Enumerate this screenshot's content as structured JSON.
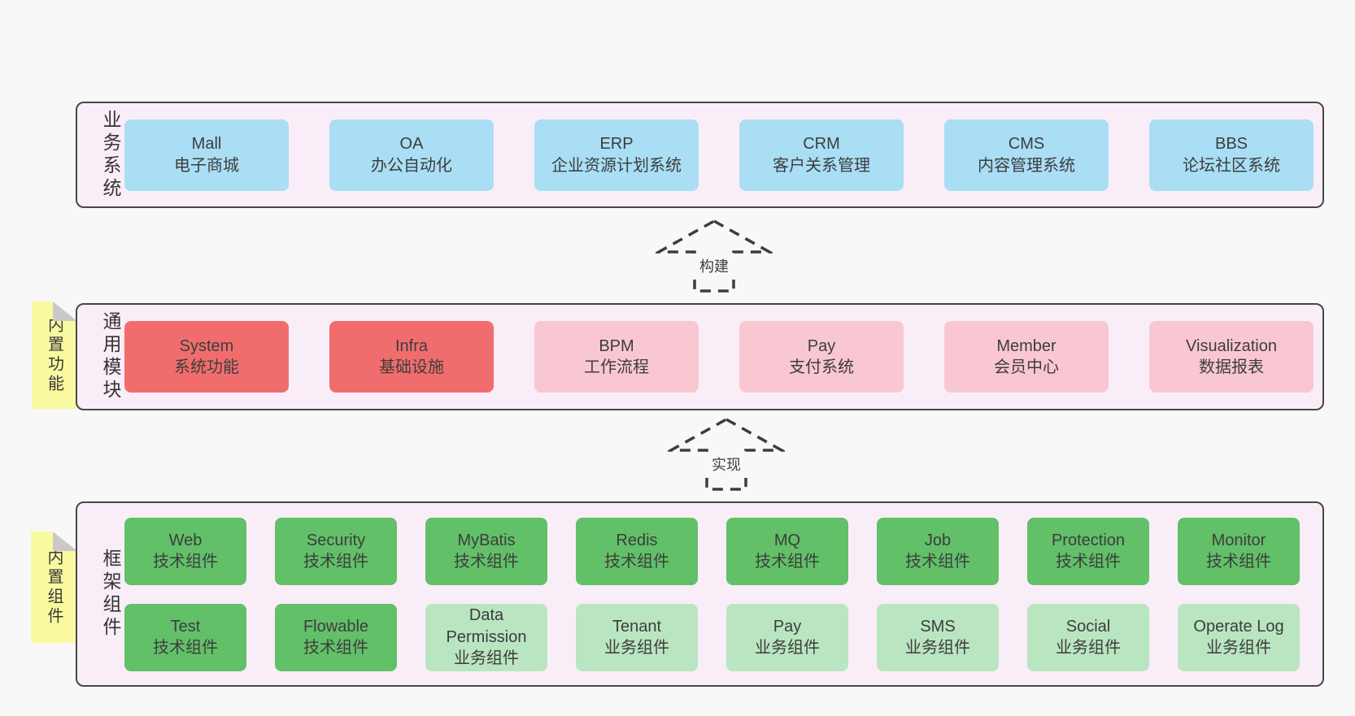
{
  "colors": {
    "blue": "#a9def5",
    "red": "#f16d6d",
    "pink": "#f9c7d1",
    "green": "#62c068",
    "lightgreen": "#bae5c1",
    "tag_yellow": "#f9f9a0",
    "container_fill": "#f9eef8",
    "container_border": "#474747",
    "page_background": "#f8f8f8"
  },
  "layers": [
    {
      "id": "business-systems",
      "label": "业务系统",
      "tag": null,
      "rows": [
        [
          {
            "name": "Mall",
            "desc": "电子商城",
            "variant": "blue"
          },
          {
            "name": "OA",
            "desc": "办公自动化",
            "variant": "blue"
          },
          {
            "name": "ERP",
            "desc": "企业资源计划系统",
            "variant": "blue"
          },
          {
            "name": "CRM",
            "desc": "客户关系管理",
            "variant": "blue"
          },
          {
            "name": "CMS",
            "desc": "内容管理系统",
            "variant": "blue"
          },
          {
            "name": "BBS",
            "desc": "论坛社区系统",
            "variant": "blue"
          }
        ]
      ]
    },
    {
      "id": "common-modules",
      "label": "通用模块",
      "tag": "内置功能",
      "rows": [
        [
          {
            "name": "System",
            "desc": "系统功能",
            "variant": "red"
          },
          {
            "name": "Infra",
            "desc": "基础设施",
            "variant": "red"
          },
          {
            "name": "BPM",
            "desc": "工作流程",
            "variant": "pink"
          },
          {
            "name": "Pay",
            "desc": "支付系统",
            "variant": "pink"
          },
          {
            "name": "Member",
            "desc": "会员中心",
            "variant": "pink"
          },
          {
            "name": "Visualization",
            "desc": "数据报表",
            "variant": "pink"
          }
        ]
      ]
    },
    {
      "id": "framework-components",
      "label": "框架组件",
      "tag": "内置组件",
      "rows": [
        [
          {
            "name": "Web",
            "desc": "技术组件",
            "variant": "green"
          },
          {
            "name": "Security",
            "desc": "技术组件",
            "variant": "green"
          },
          {
            "name": "MyBatis",
            "desc": "技术组件",
            "variant": "green"
          },
          {
            "name": "Redis",
            "desc": "技术组件",
            "variant": "green"
          },
          {
            "name": "MQ",
            "desc": "技术组件",
            "variant": "green"
          },
          {
            "name": "Job",
            "desc": "技术组件",
            "variant": "green"
          },
          {
            "name": "Protection",
            "desc": "技术组件",
            "variant": "green"
          },
          {
            "name": "Monitor",
            "desc": "技术组件",
            "variant": "green"
          }
        ],
        [
          {
            "name": "Test",
            "desc": "技术组件",
            "variant": "green"
          },
          {
            "name": "Flowable",
            "desc": "技术组件",
            "variant": "green"
          },
          {
            "name": "Data Permission",
            "desc": "业务组件",
            "variant": "lightgreen"
          },
          {
            "name": "Tenant",
            "desc": "业务组件",
            "variant": "lightgreen"
          },
          {
            "name": "Pay",
            "desc": "业务组件",
            "variant": "lightgreen"
          },
          {
            "name": "SMS",
            "desc": "业务组件",
            "variant": "lightgreen"
          },
          {
            "name": "Social",
            "desc": "业务组件",
            "variant": "lightgreen"
          },
          {
            "name": "Operate Log",
            "desc": "业务组件",
            "variant": "lightgreen"
          }
        ]
      ]
    }
  ],
  "arrows": [
    {
      "label": "构建"
    },
    {
      "label": "实现"
    }
  ]
}
